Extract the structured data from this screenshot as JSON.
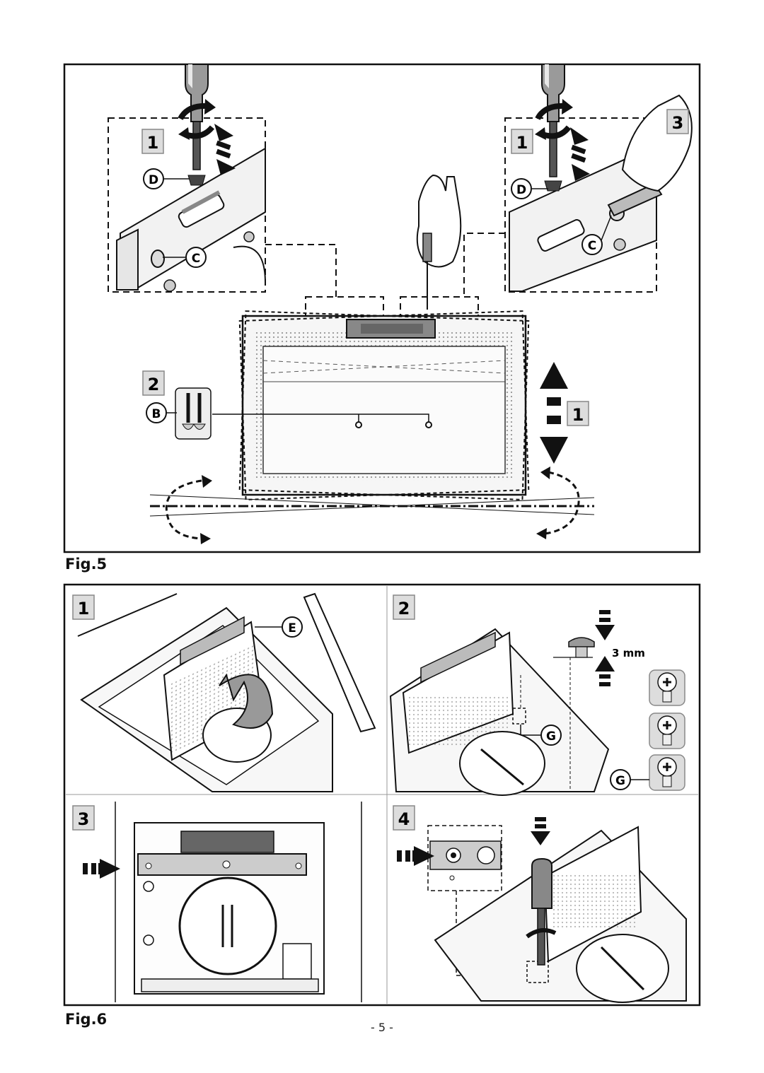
{
  "fig5": {
    "caption": "Fig.5",
    "steps": [
      "1",
      "1",
      "2",
      "3",
      "1"
    ],
    "callouts": {
      "D_left": "D",
      "C_left": "C",
      "D_right": "D",
      "C_right": "C",
      "B": "B"
    }
  },
  "fig6": {
    "caption": "Fig.6",
    "panels": [
      "1",
      "2",
      "3",
      "4"
    ],
    "callouts": {
      "E": "E",
      "G1": "G",
      "G2": "G"
    },
    "measure": "3 mm"
  },
  "page_number": "- 5 -"
}
